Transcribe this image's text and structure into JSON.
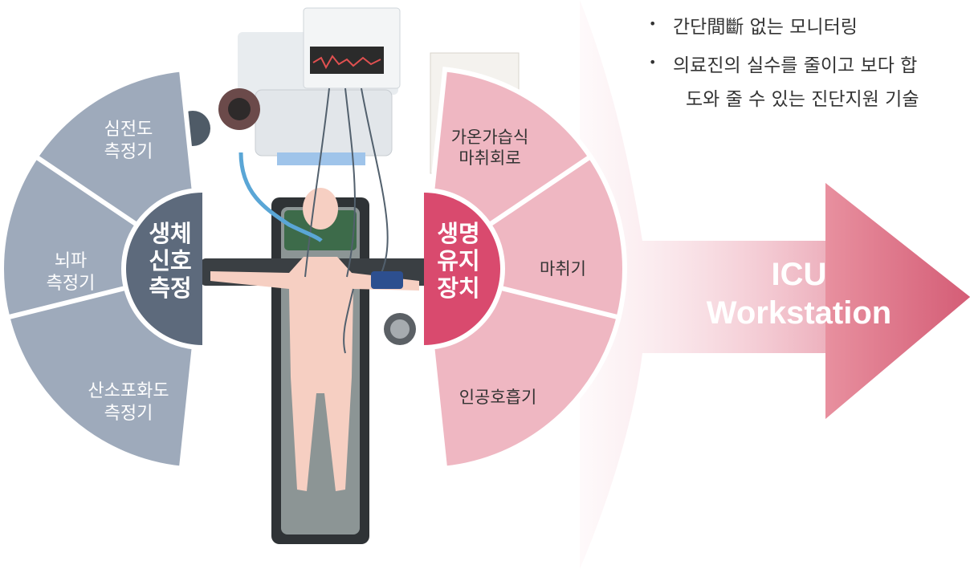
{
  "left_group": {
    "hub_lines": [
      "생체",
      "신호",
      "측정"
    ],
    "items": [
      {
        "lines": [
          "심전도",
          "측정기"
        ]
      },
      {
        "lines": [
          "뇌파",
          "측정기"
        ]
      },
      {
        "lines": [
          "산소포화도",
          "측정기"
        ]
      }
    ]
  },
  "right_group": {
    "hub_lines": [
      "생명",
      "유지",
      "장치"
    ],
    "items": [
      {
        "lines": [
          "가온가습식",
          "마취회로"
        ]
      },
      {
        "lines": [
          "마취기"
        ]
      },
      {
        "lines": [
          "인공호흡기"
        ]
      }
    ]
  },
  "bullets": [
    {
      "text": "간단間斷 없는 모니터링"
    },
    {
      "text": "의료진의 실수를 줄이고 보다 합",
      "continuation": "도와 줄 수 있는 진단지원 기술"
    }
  ],
  "arrow": {
    "lines": [
      "ICU",
      "Workstation"
    ]
  },
  "colors": {
    "gray_segment": "#9eaabb",
    "gray_hub": "#5d6a7c",
    "pink_segment": "#efb7c2",
    "pink_hub": "#d94a6e",
    "arrow": "#d9687f"
  }
}
